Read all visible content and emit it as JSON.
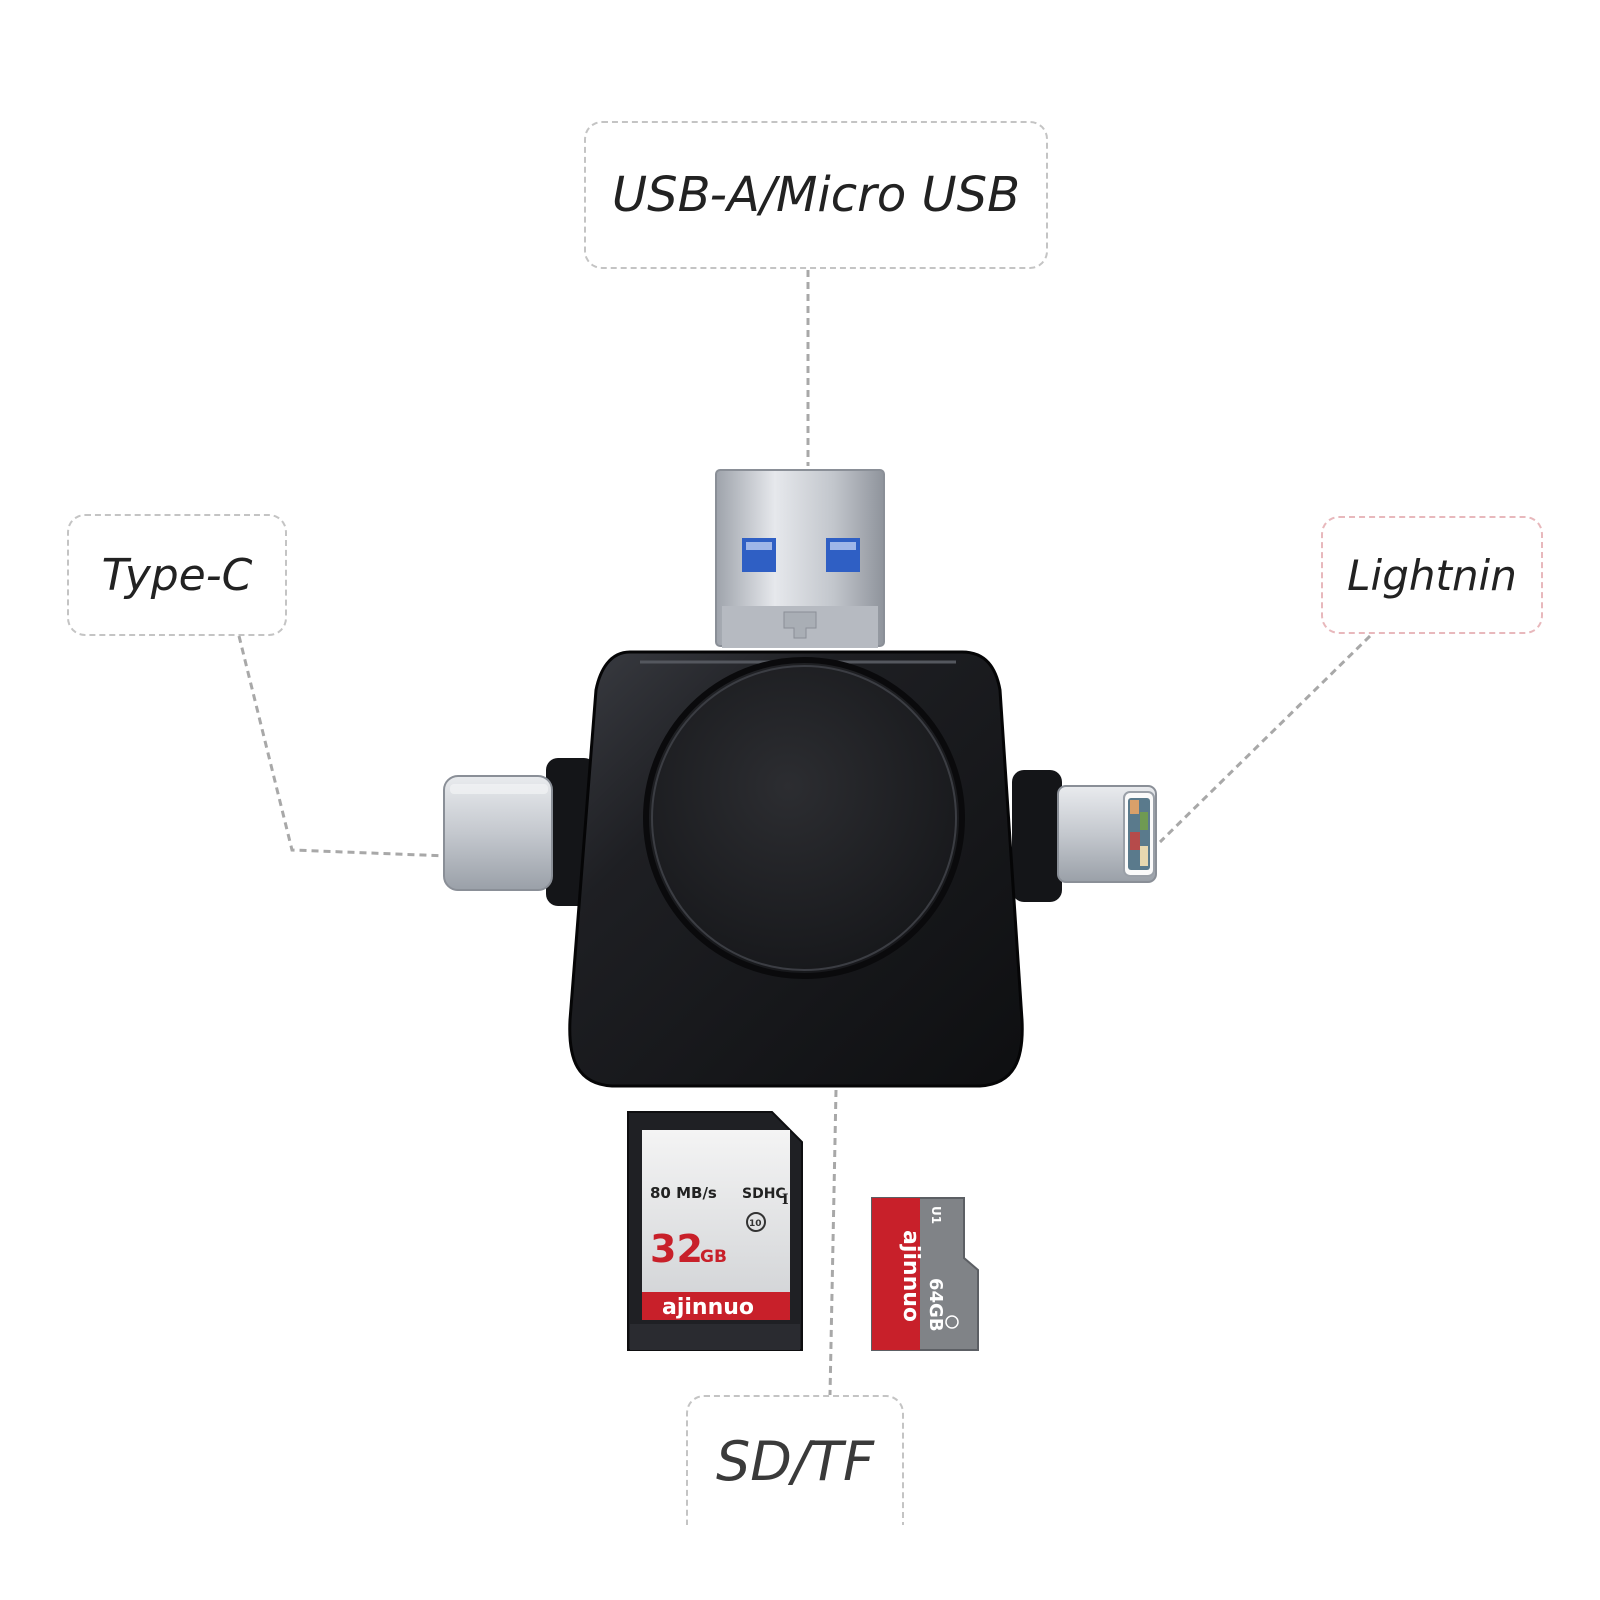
{
  "labels": {
    "usb": "USB-A/Micro USB",
    "type_c": "Type-C",
    "lightning": "Lightnin",
    "sd_tf": "SD/TF"
  },
  "sd_card": {
    "speed": "80 MB/s",
    "capacity_num": "32",
    "capacity_unit": "GB",
    "brand": "ajinnuo",
    "class_mark": "10",
    "sdhc_mark": "SDHC",
    "uhs_mark": "I"
  },
  "micro_card": {
    "brand": "ajinnuo",
    "capacity": "64GB",
    "uhs_mark": "U1"
  },
  "colors": {
    "hub_body": "#1c1d20",
    "card_red": "#c8202a",
    "metal": "#c9ccd2",
    "usb_blue": "#2f5fc4"
  }
}
